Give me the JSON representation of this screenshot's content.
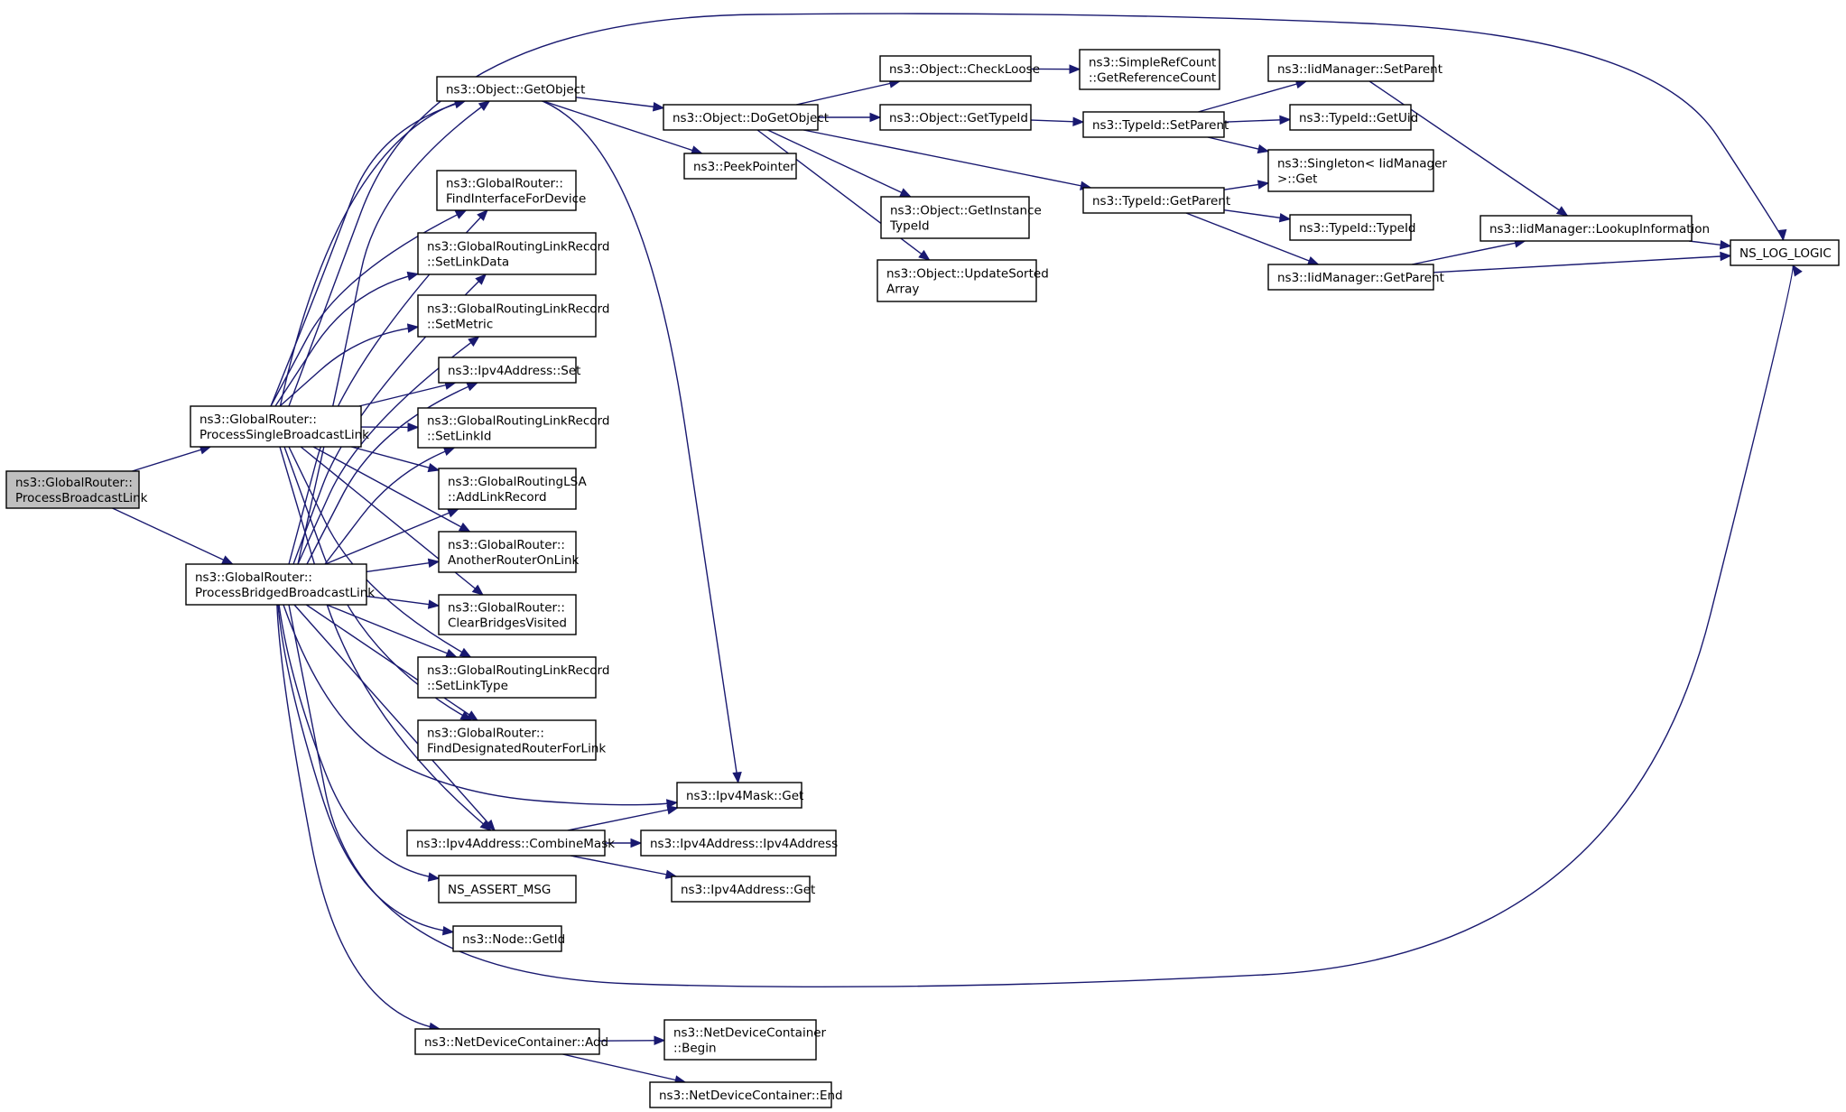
{
  "diagram": {
    "nodes": [
      {
        "id": "root",
        "lines": [
          "ns3::GlobalRouter::",
          "ProcessBroadcastLink"
        ],
        "highlight": true
      },
      {
        "id": "psbl",
        "lines": [
          "ns3::GlobalRouter::",
          "ProcessSingleBroadcastLink"
        ]
      },
      {
        "id": "pbbl",
        "lines": [
          "ns3::GlobalRouter::",
          "ProcessBridgedBroadcastLink"
        ]
      },
      {
        "id": "getobject",
        "lines": [
          "ns3::Object::GetObject"
        ]
      },
      {
        "id": "findiface",
        "lines": [
          "ns3::GlobalRouter::",
          "FindInterfaceForDevice"
        ]
      },
      {
        "id": "setlinkdata",
        "lines": [
          "ns3::GlobalRoutingLinkRecord",
          "::SetLinkData"
        ]
      },
      {
        "id": "setmetric",
        "lines": [
          "ns3::GlobalRoutingLinkRecord",
          "::SetMetric"
        ]
      },
      {
        "id": "ipv4set",
        "lines": [
          "ns3::Ipv4Address::Set"
        ]
      },
      {
        "id": "setlinkid",
        "lines": [
          "ns3::GlobalRoutingLinkRecord",
          "::SetLinkId"
        ]
      },
      {
        "id": "addlinkrecord",
        "lines": [
          "ns3::GlobalRoutingLSA",
          "::AddLinkRecord"
        ]
      },
      {
        "id": "anotherrouter",
        "lines": [
          "ns3::GlobalRouter::",
          "AnotherRouterOnLink"
        ]
      },
      {
        "id": "clearbridges",
        "lines": [
          "ns3::GlobalRouter::",
          "ClearBridgesVisited"
        ]
      },
      {
        "id": "setlinktype",
        "lines": [
          "ns3::GlobalRoutingLinkRecord",
          "::SetLinkType"
        ]
      },
      {
        "id": "finddr",
        "lines": [
          "ns3::GlobalRouter::",
          "FindDesignatedRouterForLink"
        ]
      },
      {
        "id": "ipv4maskget",
        "lines": [
          "ns3::Ipv4Mask::Get"
        ]
      },
      {
        "id": "combinemask",
        "lines": [
          "ns3::Ipv4Address::CombineMask"
        ]
      },
      {
        "id": "assertmsg",
        "lines": [
          "NS_ASSERT_MSG"
        ]
      },
      {
        "id": "nodegetid",
        "lines": [
          "ns3::Node::GetId"
        ]
      },
      {
        "id": "ndcadd",
        "lines": [
          "ns3::NetDeviceContainer::Add"
        ]
      },
      {
        "id": "dogetobject",
        "lines": [
          "ns3::Object::DoGetObject"
        ]
      },
      {
        "id": "peekpointer",
        "lines": [
          "ns3::PeekPointer"
        ]
      },
      {
        "id": "ipv4addrctor",
        "lines": [
          "ns3::Ipv4Address::Ipv4Address"
        ]
      },
      {
        "id": "ipv4addrget",
        "lines": [
          "ns3::Ipv4Address::Get"
        ]
      },
      {
        "id": "ndcbegin",
        "lines": [
          "ns3::NetDeviceContainer",
          "::Begin"
        ]
      },
      {
        "id": "ndcend",
        "lines": [
          "ns3::NetDeviceContainer::End"
        ]
      },
      {
        "id": "checkloose",
        "lines": [
          "ns3::Object::CheckLoose"
        ]
      },
      {
        "id": "objgettypeid",
        "lines": [
          "ns3::Object::GetTypeId"
        ]
      },
      {
        "id": "getinstancetypeid",
        "lines": [
          "ns3::Object::GetInstance",
          "TypeId"
        ]
      },
      {
        "id": "updatesorted",
        "lines": [
          "ns3::Object::UpdateSorted",
          "Array"
        ]
      },
      {
        "id": "getrefcount",
        "lines": [
          "ns3::SimpleRefCount",
          "::GetReferenceCount"
        ]
      },
      {
        "id": "typeidsetparent",
        "lines": [
          "ns3::TypeId::SetParent"
        ]
      },
      {
        "id": "typeidgetparent",
        "lines": [
          "ns3::TypeId::GetParent"
        ]
      },
      {
        "id": "iidsetparent",
        "lines": [
          "ns3::IidManager::SetParent"
        ]
      },
      {
        "id": "typeidgetuid",
        "lines": [
          "ns3::TypeId::GetUid"
        ]
      },
      {
        "id": "singletonget",
        "lines": [
          "ns3::Singleton< IidManager",
          " >::Get"
        ]
      },
      {
        "id": "typeidctor",
        "lines": [
          "ns3::TypeId::TypeId"
        ]
      },
      {
        "id": "iidgetparent",
        "lines": [
          "ns3::IidManager::GetParent"
        ]
      },
      {
        "id": "lookupinfo",
        "lines": [
          "ns3::IidManager::LookupInformation"
        ]
      },
      {
        "id": "nslog",
        "lines": [
          "NS_LOG_LOGIC"
        ]
      }
    ]
  }
}
